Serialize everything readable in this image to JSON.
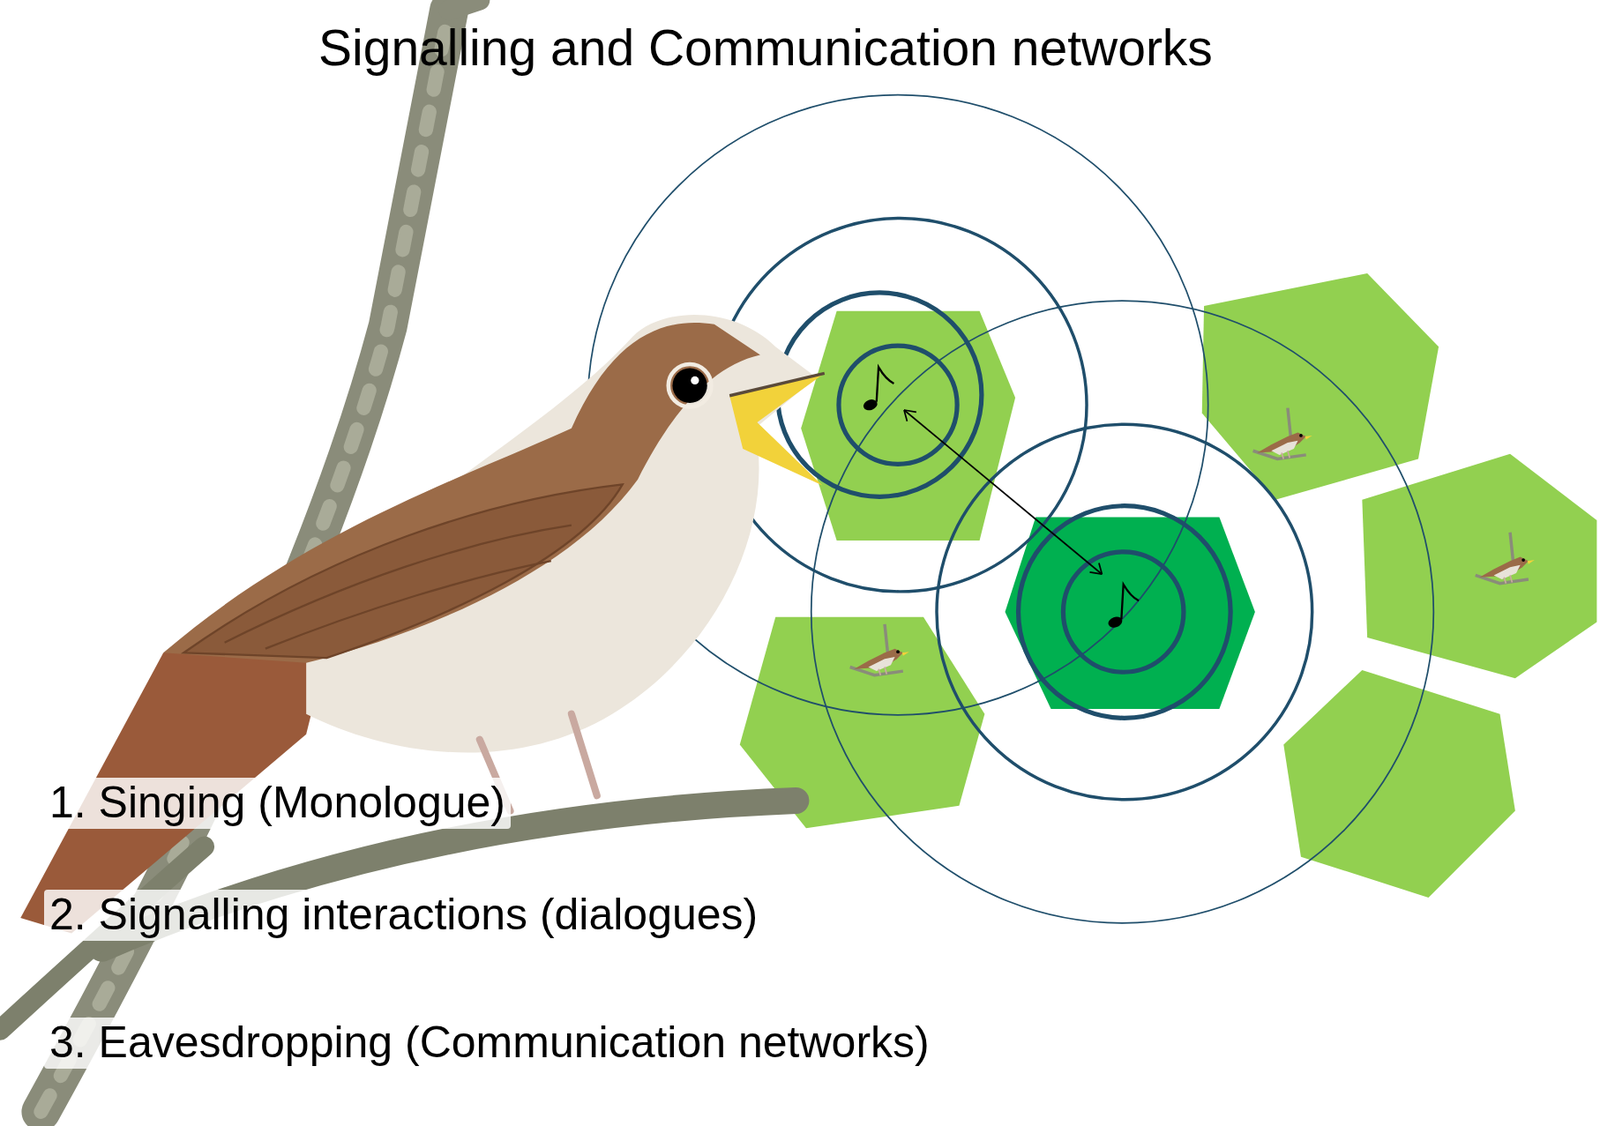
{
  "diagram": {
    "title": "Signalling and Communication networks",
    "labels": [
      "1. Singing (Monologue)",
      "2. Signalling interactions (dialogues)",
      "3. Eavesdropping (Communication networks)"
    ]
  }
}
